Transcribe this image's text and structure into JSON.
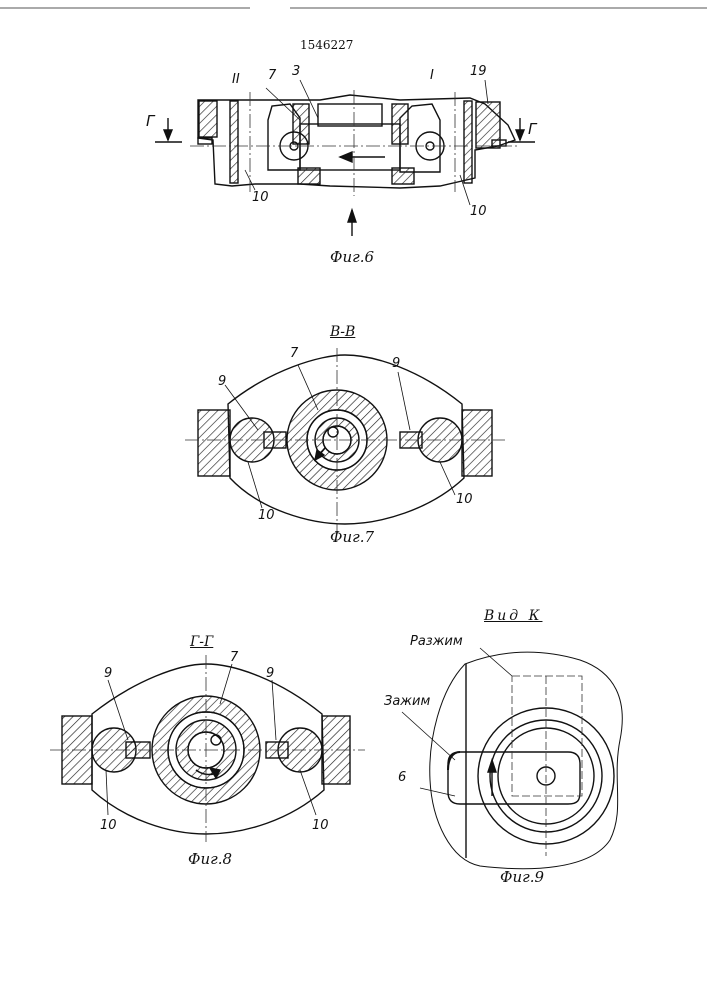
{
  "patent_number": "1546227",
  "fig6": {
    "caption": "Фиг.6",
    "labels": {
      "roman_left": "II",
      "roman_right": "I",
      "part7": "7",
      "part3": "3",
      "part19": "19",
      "part10_left": "10",
      "part10_right": "10",
      "cut_left": "Г",
      "cut_right": "Г"
    }
  },
  "fig7": {
    "section": "В-В",
    "caption": "Фиг.7",
    "labels": {
      "part7": "7",
      "part9_left": "9",
      "part9_right": "9",
      "part10_left": "10",
      "part10_right": "10"
    }
  },
  "fig8": {
    "section": "Г-Г",
    "caption": "Фиг.8",
    "labels": {
      "part7": "7",
      "part9_left": "9",
      "part9_right": "9",
      "part10_left": "10",
      "part10_right": "10"
    }
  },
  "fig9": {
    "title": "Вид К",
    "caption": "Фиг.9",
    "labels": {
      "razhim": "Разжим",
      "zazhim": "Зажим",
      "part6": "6"
    }
  }
}
